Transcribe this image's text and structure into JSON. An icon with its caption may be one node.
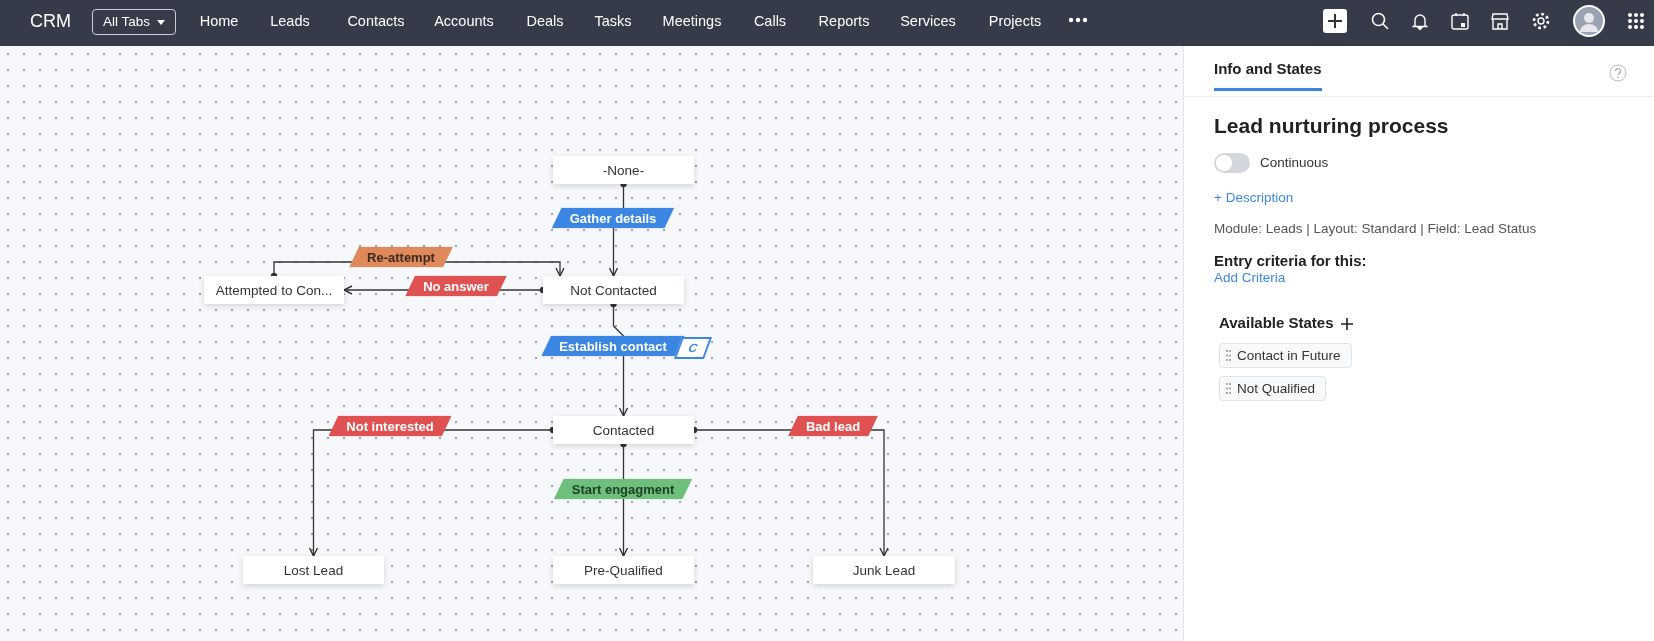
{
  "diagram": {
    "title": "Lead nurturing process",
    "nodes": [
      {
        "text": [
          "-None-"
        ]
      },
      {
        "text": [
          "Not Contacted"
        ]
      },
      {
        "text": [
          "Attempted to Con..."
        ]
      },
      {
        "text": [
          "Contacted"
        ]
      },
      {
        "text": [
          "Lost Lead"
        ]
      },
      {
        "text": [
          "Pre-Qualified"
        ]
      },
      {
        "text": [
          "Junk Lead"
        ]
      }
    ],
    "edges": [
      {
        "from": 0,
        "to": 1,
        "arrow": "to",
        "label": "Gather details"
      },
      {
        "from": 1,
        "to": 2,
        "arrow": "to",
        "label": "No answer"
      },
      {
        "from": 2,
        "to": 1,
        "arrow": "to",
        "label": "Re-attempt"
      },
      {
        "from": 1,
        "to": 3,
        "arrow": "to",
        "label": "Establish contact"
      },
      {
        "from": 3,
        "to": 4,
        "arrow": "to",
        "label": "Not interested"
      },
      {
        "from": 3,
        "to": 5,
        "arrow": "to",
        "label": "Start engagment"
      },
      {
        "from": 3,
        "to": 6,
        "arrow": "to",
        "label": "Bad lead"
      }
    ],
    "labels": [
      "CRM",
      "All Tabs",
      "Home",
      "Leads",
      "Contacts",
      "Accounts",
      "Deals",
      "Tasks",
      "Meetings",
      "Calls",
      "Reports",
      "Services",
      "Projects",
      "C",
      "Info and States",
      "Continuous",
      "+ Description",
      "Module: Leads | Layout: Standard | Field: Lead Status",
      "Entry criteria for this:",
      "Add Criteria",
      "Available States",
      "Contact in Future",
      "Not Qualified"
    ]
  }
}
